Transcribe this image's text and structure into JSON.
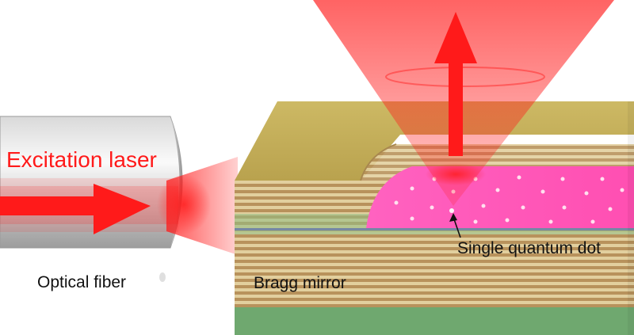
{
  "labels": {
    "excitation_laser": "Excitation laser",
    "optical_fiber": "Optical fiber",
    "bragg_mirror": "Bragg mirror",
    "single_quantum_dot": "Single quantum dot"
  },
  "colors": {
    "laser": "#ff1a1a",
    "text": "#111111",
    "cap_top": "#c9b45a",
    "stripe_dark": "#b8925c",
    "stripe_light": "#e2cf9e",
    "substrate": "#6fa86f",
    "qd_layer": "#ff5ab8",
    "fiber": "#c8c8c8"
  }
}
